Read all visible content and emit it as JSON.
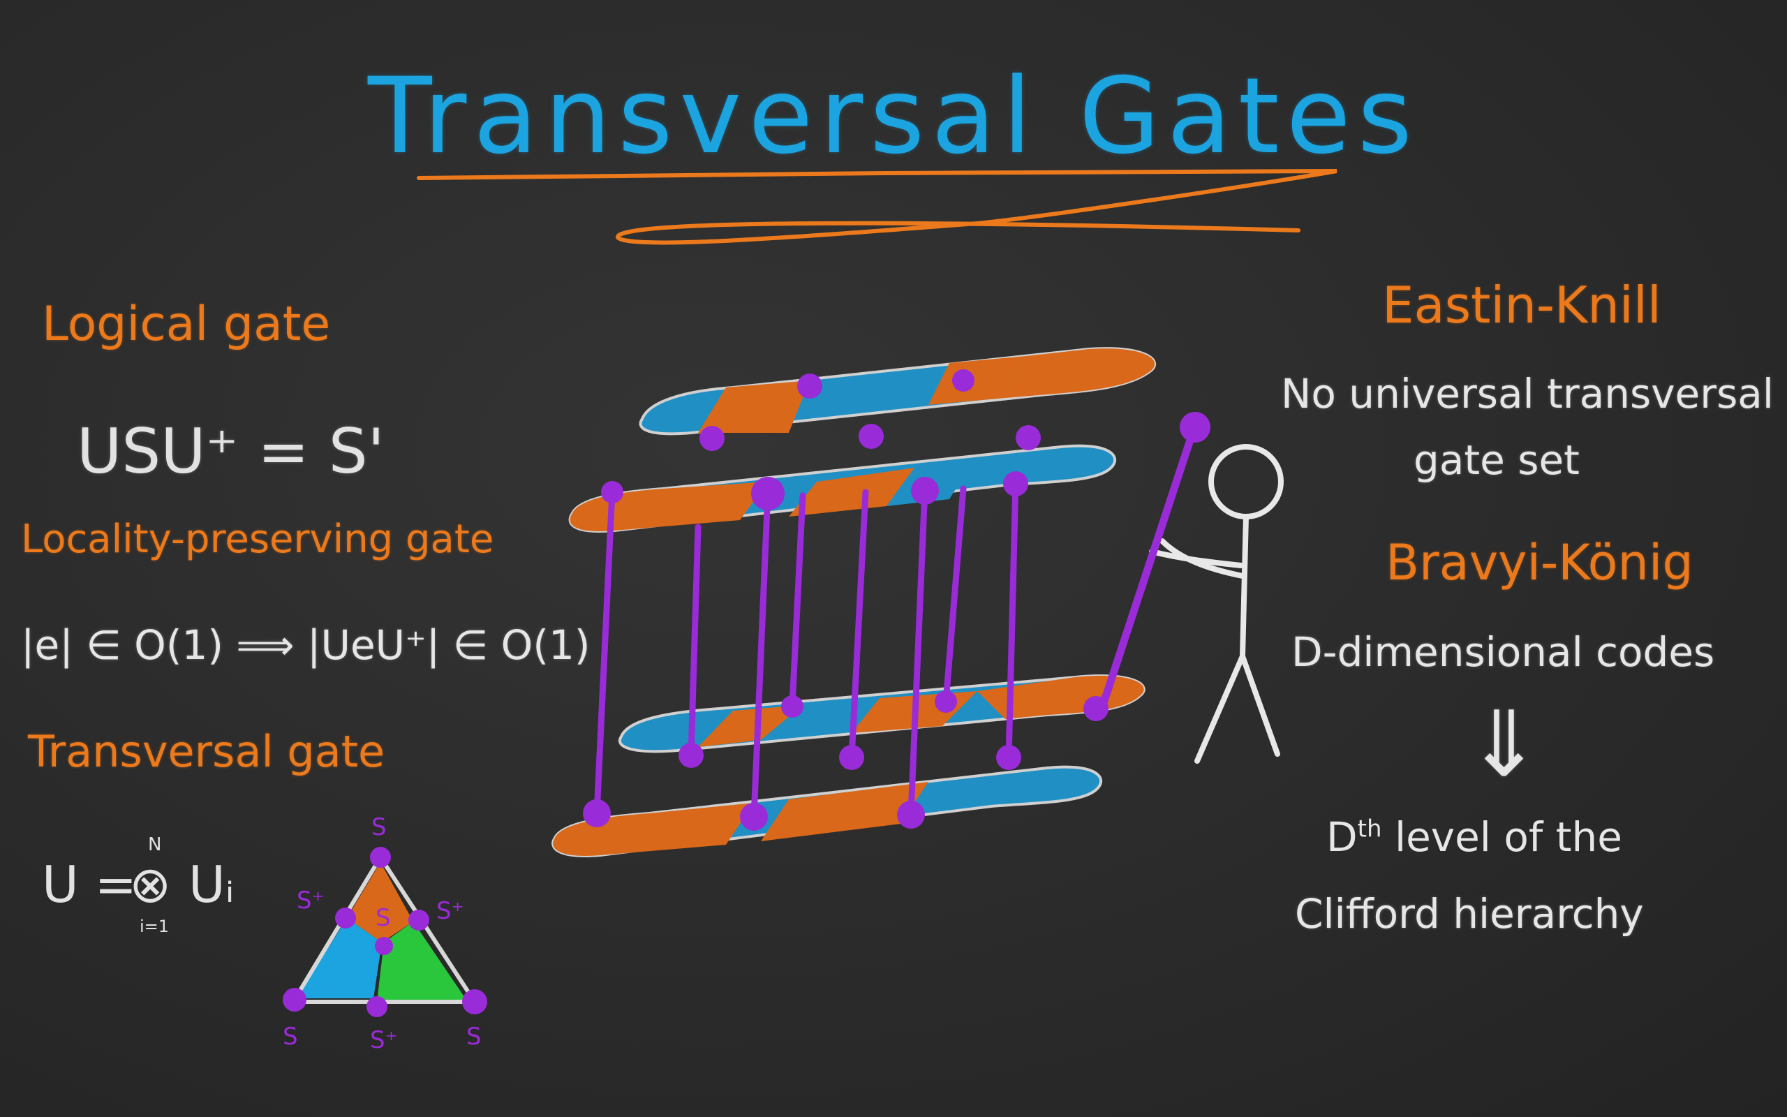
{
  "title": "Transversal Gates",
  "left": {
    "logical_gate_heading": "Logical gate",
    "logical_gate_eq": "USU⁺ = S'",
    "locality_heading": "Locality-preserving gate",
    "locality_eq": "|e| ∈ O(1) ⟹ |UeU⁺| ∈ O(1)",
    "transversal_heading": "Transversal gate",
    "transversal_eq_lhs": "U = ",
    "transversal_eq_op": "⊗",
    "transversal_eq_upper": "N",
    "transversal_eq_lower": "i=1",
    "transversal_eq_rhs": "Uᵢ"
  },
  "triangle": {
    "labels": {
      "top": "S",
      "left_mid": "S⁺",
      "right_mid": "S⁺",
      "center": "S",
      "bottom_left": "S",
      "bottom_mid": "S⁺",
      "bottom_right": "S"
    }
  },
  "right": {
    "eastin_heading": "Eastin-Knill",
    "eastin_line1": "No universal transversal",
    "eastin_line2": "gate set",
    "bravyi_heading": "Bravyi-König",
    "bravyi_line1": "D-dimensional codes",
    "implies": "⇓",
    "clifford_sup": "th",
    "clifford_d": "D",
    "clifford_line1_rest": " level of the",
    "clifford_line2": "Clifford hierarchy"
  },
  "colors": {
    "title": "#1ca4e0",
    "heading": "#ec7a1c",
    "chalk": "#e6e6e6",
    "blue_tile": "#1f8fc4",
    "orange_tile": "#d9681a",
    "green_tile": "#2ac63c",
    "purple": "#9a2bd8"
  }
}
